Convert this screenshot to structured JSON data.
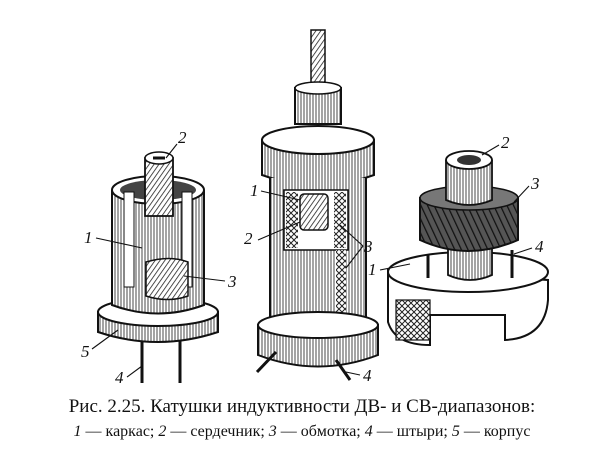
{
  "figure": {
    "labels": {
      "coil1": [
        "2",
        "1",
        "3",
        "5",
        "4"
      ],
      "coil2": [
        "1",
        "2",
        "3",
        "4"
      ],
      "coil3": [
        "2",
        "3",
        "4",
        "1"
      ]
    }
  },
  "caption": {
    "title": "Рис. 2.25. Катушки индуктивности ДВ- и СВ-диапазонов:",
    "legend": [
      {
        "num": "1",
        "text": " — каркас; "
      },
      {
        "num": "2",
        "text": " — сердечник; "
      },
      {
        "num": "3",
        "text": " — обмотка; "
      },
      {
        "num": "4",
        "text": " — штыри; "
      },
      {
        "num": "5",
        "text": " — корпус"
      }
    ]
  }
}
